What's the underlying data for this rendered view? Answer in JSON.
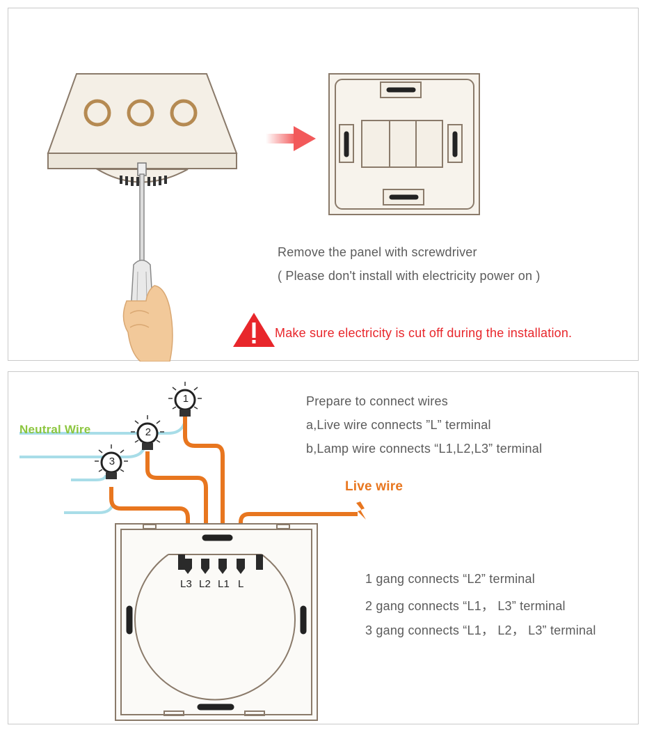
{
  "step1": {
    "instruction": "Remove the panel with screwdriver",
    "note": "( Please don't install with electricity power on )",
    "warning": "Make sure electricity is cut off during the installation.",
    "warning_icon": "warning-triangle-icon",
    "warning_color": "#e8262b",
    "arrow_color": "#f2595a"
  },
  "step2": {
    "line1": "Prepare to connect wires",
    "line2": "a,Live wire connects ”L” terminal",
    "line3": "b,Lamp wire connects “L1,L2,L3” terminal",
    "neutral_label": "Neutral Wire",
    "live_label": "Live wire",
    "lamps": [
      "1",
      "2",
      "3"
    ],
    "terminals": [
      "L3",
      "L2",
      "L1",
      "L"
    ],
    "gang1": "1 gang connects “L2” terminal",
    "gang2": "2 gang connects “L1， L3” terminal",
    "gang3": "3 gang connects “L1， L2， L3” terminal",
    "neutral_color": "#a8dde8",
    "live_color": "#e8761f",
    "neutral_text_color": "#8cc63f"
  }
}
